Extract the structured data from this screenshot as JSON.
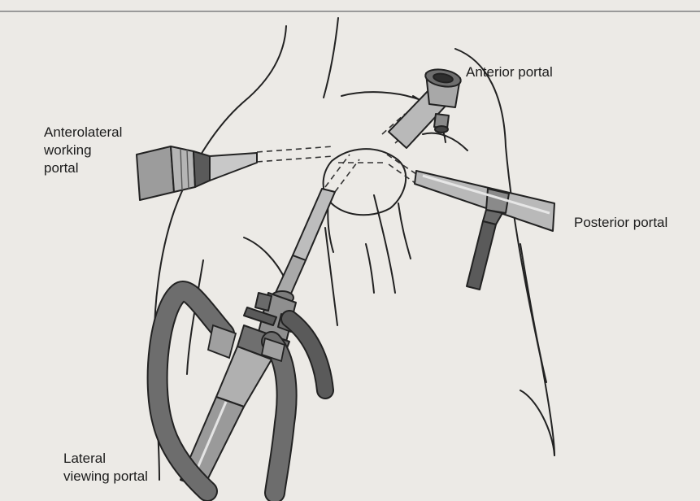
{
  "labels": {
    "anterior_portal": "Anterior portal",
    "anterolateral_portal": [
      "Anterolateral",
      "working",
      "portal"
    ],
    "posterior_portal": "Posterior portal",
    "lateral_viewing_portal": [
      "Lateral",
      "viewing portal"
    ]
  },
  "colors": {
    "background": "#eceae6",
    "ink": "#222222",
    "instrument_fill": "#b9b9b9",
    "instrument_shade": "#8a8a8a",
    "tube_fill": "#7e7e7e",
    "tube_dark": "#4a4a4a"
  }
}
